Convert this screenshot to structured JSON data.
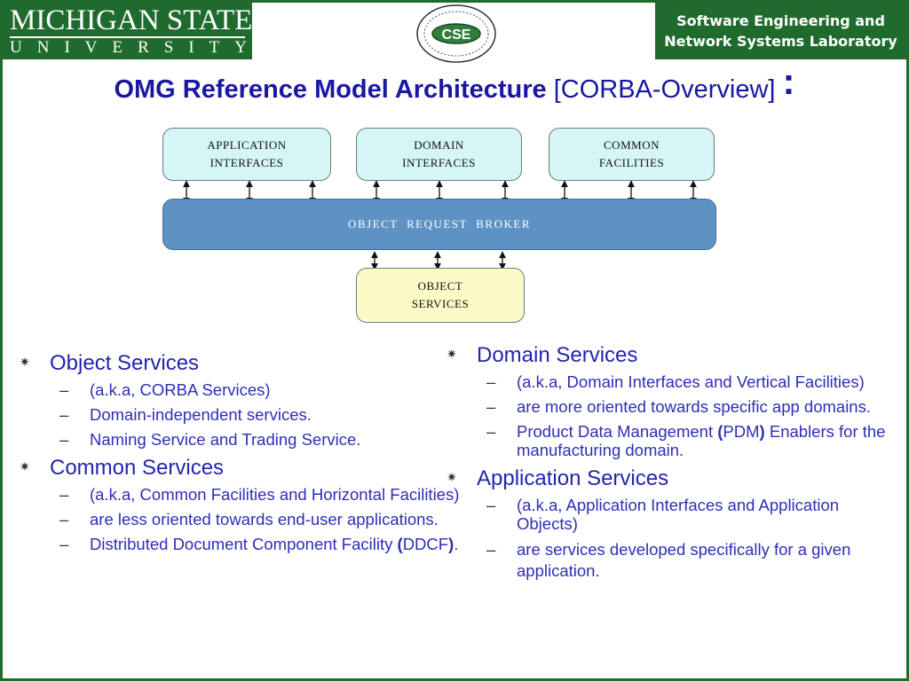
{
  "header": {
    "msu_logo_top": "MICHIGAN STATE",
    "msu_logo_bottom": "UNIVERSITY",
    "cse_seal_text": "CSE",
    "lab_line1": "Software Engineering and",
    "lab_line2": "Network Systems Laboratory"
  },
  "title": {
    "bold": "OMG Reference Model Architecture",
    "rest": "[CORBA-Overview]",
    "colon": ":"
  },
  "diagram": {
    "app_line1": "APPLICATION",
    "app_line2": "INTERFACES",
    "domain_line1": "DOMAIN",
    "domain_line2": "INTERFACES",
    "common_line1": "COMMON",
    "common_line2": "FACILITIES",
    "orb": "OBJECT  REQUEST  BROKER",
    "objsvc_line1": "OBJECT",
    "objsvc_line2": "SERVICES"
  },
  "left": {
    "object_services": {
      "heading": "Object Services",
      "items": [
        "(a.k.a, CORBA Services)",
        "Domain-independent services.",
        "Naming Service and Trading Service."
      ]
    },
    "common_services": {
      "heading": "Common Services",
      "item1": "(a.k.a, Common Facilities and Horizontal Facilities)",
      "item2": "are less oriented towards end-user applications.",
      "item3_pre": "Distributed Document Component Facility ",
      "item3_open": "(",
      "item3_mid": "DDCF",
      "item3_close": ")",
      "item3_end": "."
    }
  },
  "right": {
    "domain_services": {
      "heading": "Domain Services",
      "item1": "(a.k.a, Domain Interfaces and Vertical Facilities)",
      "item2": "are more oriented towards specific app domains.",
      "item3_pre": "Product Data Management ",
      "item3_open": "(",
      "item3_mid": "PDM",
      "item3_close": ")",
      "item3_end": " Enablers for the manufacturing domain."
    },
    "application_services": {
      "heading": "Application Services",
      "item1": "(a.k.a, Application Interfaces and Application Objects)",
      "item2": "are services developed specifically for a given application."
    }
  },
  "glyphs": {
    "bullet": "✷",
    "dash": "–"
  },
  "colors": {
    "brand_green": "#1f6b2e",
    "title_blue": "#1818a0",
    "text_blue": "#2b2bb5",
    "orb_blue": "#5f92c4"
  }
}
